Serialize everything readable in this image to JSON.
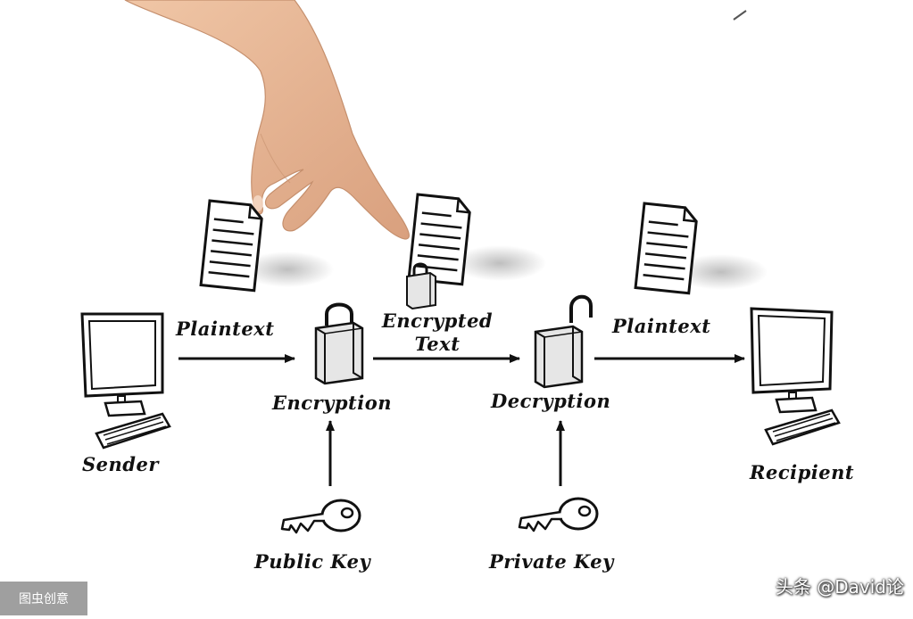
{
  "diagram": {
    "labels": {
      "plaintext_left": "Plaintext",
      "encrypted_text_line1": "Encrypted",
      "encrypted_text_line2": "Text",
      "plaintext_right": "Plaintext",
      "encryption": "Encryption",
      "decryption": "Decryption",
      "sender": "Sender",
      "recipient": "Recipient",
      "public_key": "Public Key",
      "private_key": "Private Key"
    },
    "colors": {
      "ink": "#111111",
      "skin": "#e8b896",
      "background": "#ffffff"
    },
    "icons": [
      "computer-icon",
      "document-icon",
      "padlock-icon",
      "key-icon",
      "hand-pointer"
    ]
  },
  "watermarks": {
    "left": "图虫创意",
    "right": "头条 @David论"
  }
}
